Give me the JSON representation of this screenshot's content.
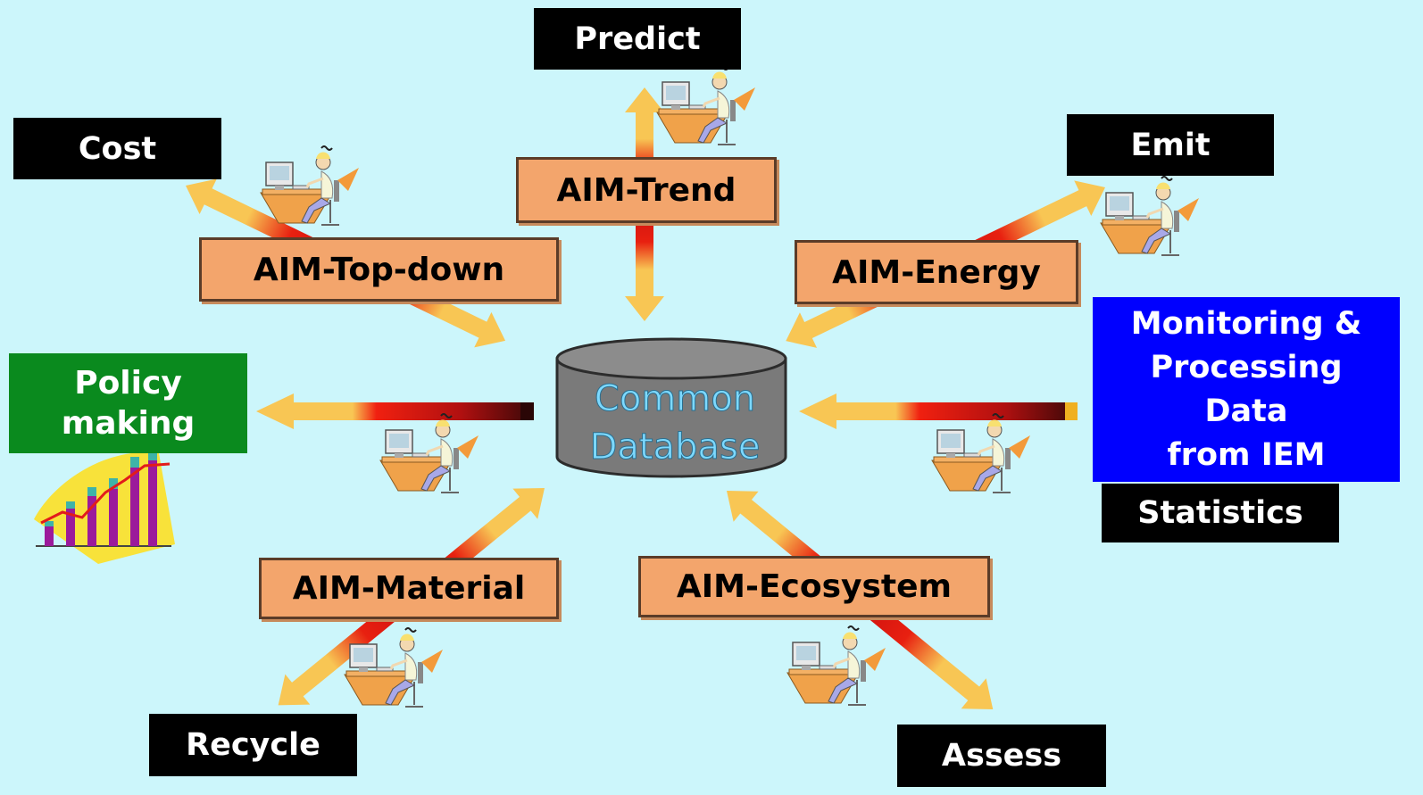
{
  "outputs": {
    "predict": "Predict",
    "cost": "Cost",
    "emit": "Emit",
    "recycle": "Recycle",
    "assess": "Assess",
    "statistics": "Statistics"
  },
  "models": {
    "trend": "AIM-Trend",
    "top_down": "AIM-Top-down",
    "energy": "AIM-Energy",
    "material": "AIM-Material",
    "ecosystem": "AIM-Ecosystem"
  },
  "policy": {
    "line1": "Policy",
    "line2": "making"
  },
  "monitoring": {
    "line1": "Monitoring &",
    "line2": "Processing",
    "line3": "Data",
    "line4": "from IEM"
  },
  "database": {
    "line1": "Common",
    "line2": "Database"
  },
  "colors": {
    "background": "#ccf6fb",
    "label_bg": "#000000",
    "model_box": "#f3a56c",
    "policy_box": "#0a8a1e",
    "monitoring_box": "#0000ff",
    "database": "#7a7a7a",
    "arrow_head": "#f8c654"
  },
  "icons": [
    "person-at-computer-icon",
    "growth-chart-icon",
    "database-cylinder-icon"
  ]
}
